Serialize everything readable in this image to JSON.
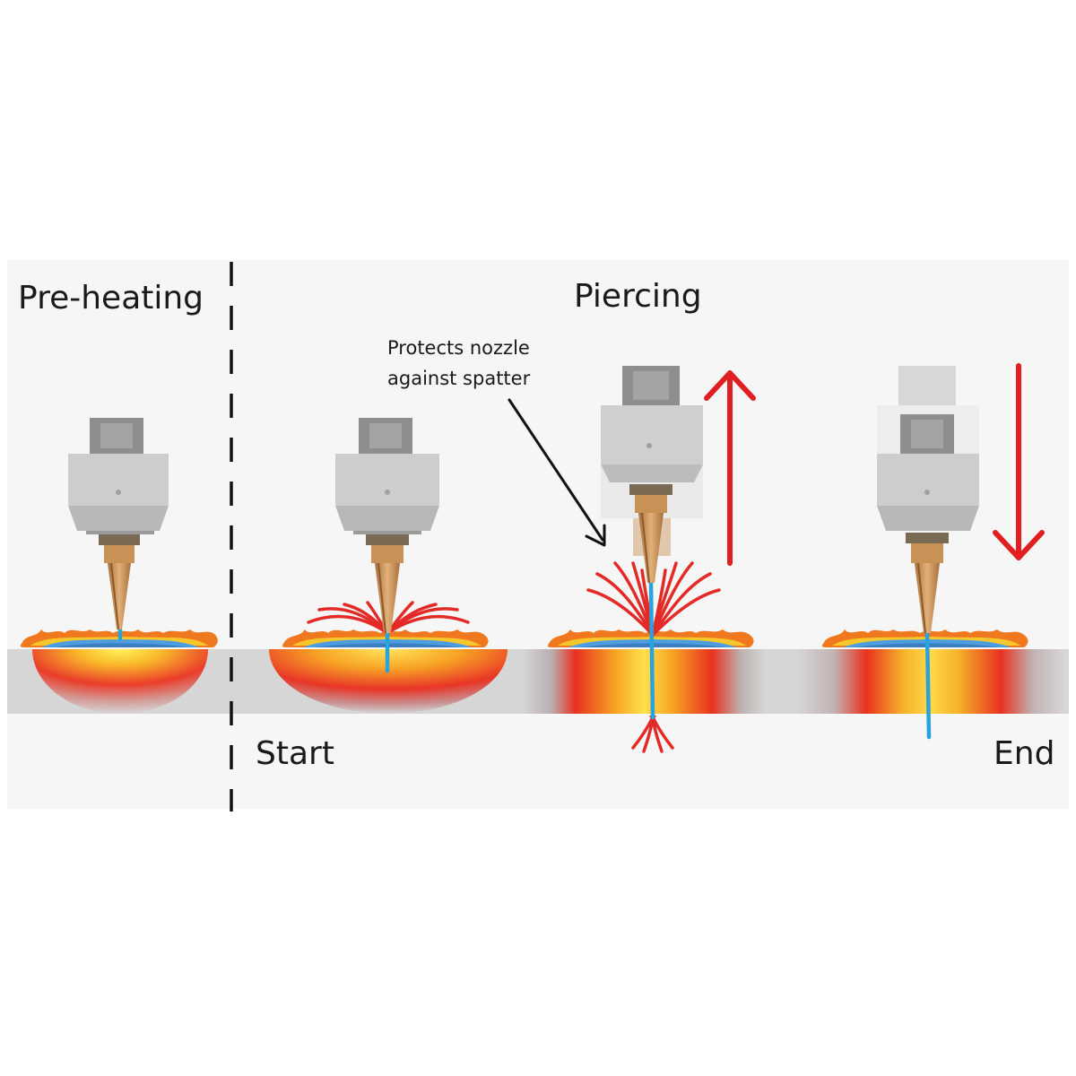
{
  "labels": {
    "preheating": "Pre-heating",
    "piercing": "Piercing",
    "annotation_line1": "Protects nozzle",
    "annotation_line2": "against spatter",
    "start": "Start",
    "end": "End"
  },
  "colors": {
    "panel": "#f6f6f6",
    "plate": "#d6d6d6",
    "torch_body": "#c4c4c4",
    "torch_cap": "#8e8e8e",
    "nozzle": "#c89256",
    "beam": "#29a3dc",
    "melt": "#f5c72c",
    "spatter": "#e32a26",
    "arrow": "#e02020"
  },
  "icons": {
    "up_arrow": "up-arrow-icon",
    "down_arrow": "down-arrow-icon"
  }
}
